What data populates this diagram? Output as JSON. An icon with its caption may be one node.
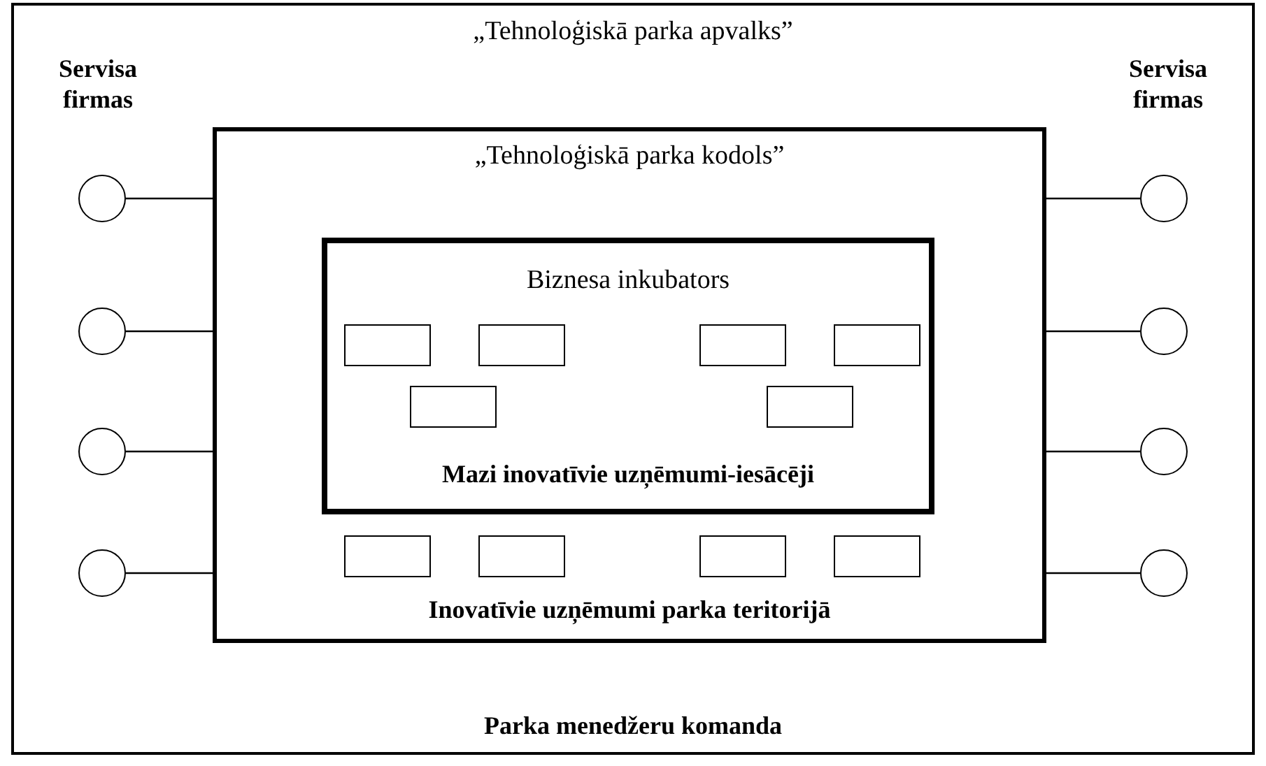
{
  "diagram": {
    "nodes": [
      {
        "text": [
          "„Tehnoloģiskā parka apvalks”",
          "Parka menedžeru komanda"
        ]
      },
      {
        "text": [
          "„Tehnoloģiskā parka kodols”",
          "Inovatīvie uzņēmumi parka teritorijā"
        ],
        "in": 0
      },
      {
        "text": [
          "Biznesa inkubators",
          "Mazi inovatīvie uzņēmumi-iesācēji"
        ],
        "in": 1
      },
      {
        "text": [],
        "shape": "box",
        "in": 2
      },
      {
        "text": [],
        "shape": "box",
        "in": 2
      },
      {
        "text": [],
        "shape": "box",
        "in": 2
      },
      {
        "text": [],
        "shape": "box",
        "in": 2
      },
      {
        "text": [],
        "shape": "box",
        "in": 2
      },
      {
        "text": [],
        "shape": "box",
        "in": 2
      },
      {
        "text": [],
        "shape": "box",
        "in": 1
      },
      {
        "text": [],
        "shape": "box",
        "in": 1
      },
      {
        "text": [],
        "shape": "box",
        "in": 1
      },
      {
        "text": [],
        "shape": "box",
        "in": 1
      },
      {
        "text": [],
        "shape": "circle",
        "in": 0
      },
      {
        "text": [],
        "shape": "circle",
        "in": 0
      },
      {
        "text": [],
        "shape": "circle",
        "in": 0
      },
      {
        "text": [],
        "shape": "circle",
        "in": 0
      },
      {
        "text": [],
        "shape": "circle",
        "in": 0
      },
      {
        "text": [],
        "shape": "circle",
        "in": 0
      },
      {
        "text": [],
        "shape": "circle",
        "in": 0
      },
      {
        "text": [],
        "shape": "circle",
        "in": 0
      }
    ],
    "edges": [
      {
        "from": 13,
        "to": 1,
        "arrow": "none"
      },
      {
        "from": 14,
        "to": 1,
        "arrow": "none"
      },
      {
        "from": 15,
        "to": 1,
        "arrow": "none"
      },
      {
        "from": 16,
        "to": 1,
        "arrow": "none"
      },
      {
        "from": 17,
        "to": 1,
        "arrow": "none"
      },
      {
        "from": 18,
        "to": 1,
        "arrow": "none"
      },
      {
        "from": 19,
        "to": 1,
        "arrow": "none"
      },
      {
        "from": 20,
        "to": 1,
        "arrow": "none"
      }
    ],
    "labels": [
      "Servisa firmas",
      "Servisa firmas"
    ]
  }
}
